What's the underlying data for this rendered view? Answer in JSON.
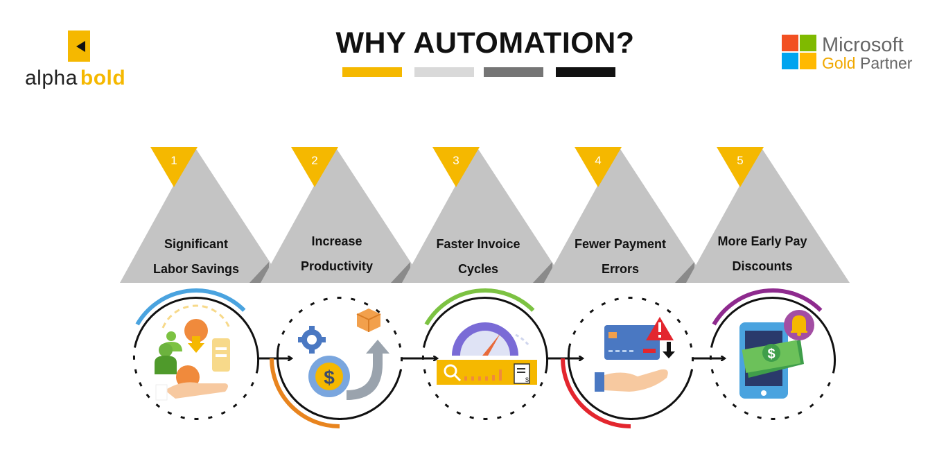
{
  "brand": {
    "logo_word_1": "alpha",
    "logo_word_2": "bold"
  },
  "title": "WHY AUTOMATION?",
  "title_bar_colors": [
    "#f5b800",
    "#d9d9d9",
    "#757575",
    "#111111"
  ],
  "partner": {
    "line1": "Microsoft",
    "line2_gold": "Gold",
    "line2_rest": "Partner",
    "colors": [
      "#f25022",
      "#7fba00",
      "#00a4ef",
      "#ffb900"
    ]
  },
  "steps": [
    {
      "number": "1",
      "line1": "Significant",
      "line2": "Labor Savings",
      "icon": "labor-savings-icon",
      "arc_color": "#4aa3df"
    },
    {
      "number": "2",
      "line1": "Increase",
      "line2": "Productivity",
      "icon": "productivity-icon",
      "arc_color": "#e8841e"
    },
    {
      "number": "3",
      "line1": "Faster Invoice",
      "line2": "Cycles",
      "icon": "speedometer-icon",
      "arc_color": "#7cc242"
    },
    {
      "number": "4",
      "line1": "Fewer Payment",
      "line2": "Errors",
      "icon": "payment-error-icon",
      "arc_color": "#e3262e"
    },
    {
      "number": "5",
      "line1": "More Early Pay",
      "line2": "Discounts",
      "icon": "mobile-discount-icon",
      "arc_color": "#8e2a8e"
    }
  ],
  "colors": {
    "triangle": "#c4c4c4",
    "triangle_shadow": "#8a8a8a",
    "badge": "#f5b800",
    "ring": "#111111"
  }
}
